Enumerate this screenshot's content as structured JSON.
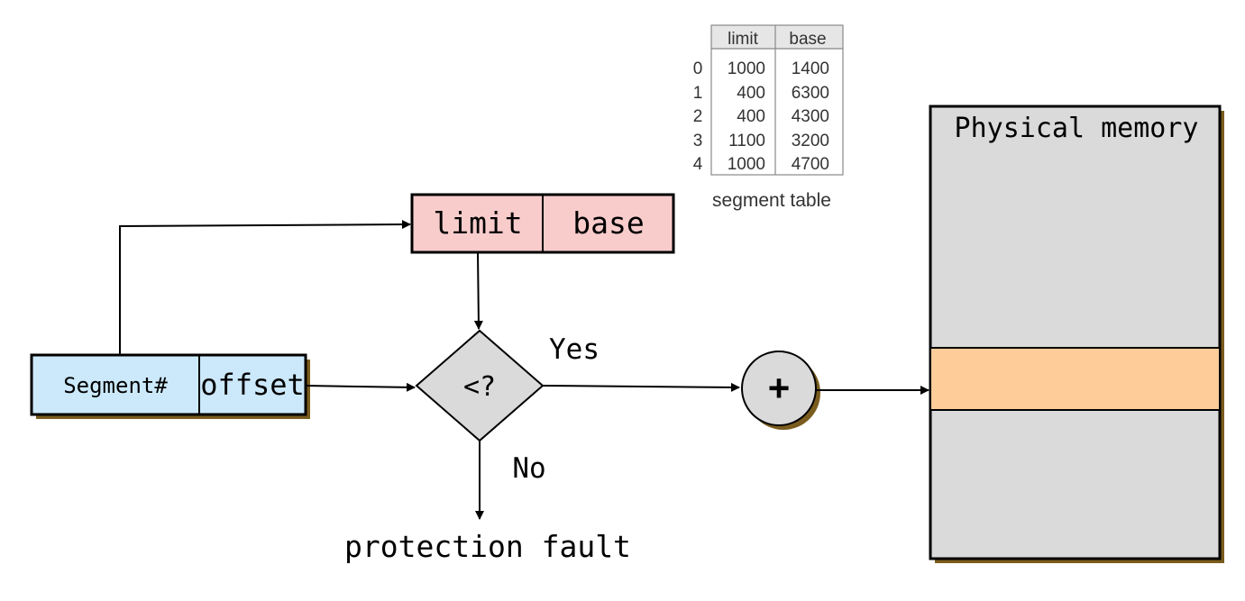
{
  "segment_table": {
    "headers": [
      "limit",
      "base"
    ],
    "rows": [
      {
        "index": "0",
        "limit": "1000",
        "base": "1400"
      },
      {
        "index": "1",
        "limit": "400",
        "base": "6300"
      },
      {
        "index": "2",
        "limit": "400",
        "base": "4300"
      },
      {
        "index": "3",
        "limit": "1100",
        "base": "3200"
      },
      {
        "index": "4",
        "limit": "1000",
        "base": "4700"
      }
    ],
    "caption": "segment table"
  },
  "entry": {
    "limit_label": "limit",
    "base_label": "base"
  },
  "address": {
    "segment_label": "Segment#",
    "offset_label": "offset"
  },
  "compare": {
    "symbol": "<?"
  },
  "branch": {
    "yes_label": "Yes",
    "no_label": "No",
    "fault_label": "protection fault"
  },
  "adder": {
    "symbol": "+"
  },
  "memory": {
    "title": "Physical memory"
  },
  "colors": {
    "entry_fill": "#f9cccc",
    "address_fill": "#cce9fb",
    "diamond_fill": "#dadada",
    "adder_fill": "#dadada",
    "memory_fill": "#dadada",
    "memory_segment_fill": "#fdcc99",
    "shadow": "#7a5c1e"
  }
}
